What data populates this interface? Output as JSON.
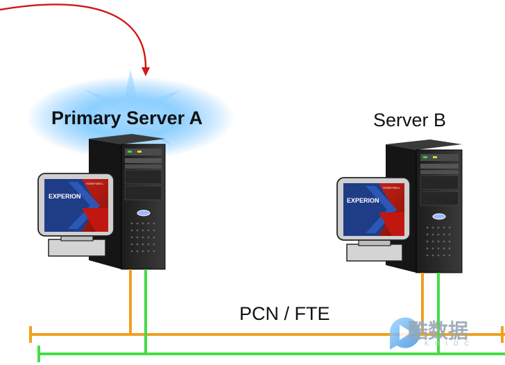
{
  "labels": {
    "primary_server": "Primary Server A",
    "server_b": "Server B",
    "network": "PCN / FTE"
  },
  "monitor_brand": "EXPERION",
  "monitor_badge": "HONEYWELL",
  "watermark": {
    "text": "酷数据",
    "sub": "KUIDC"
  },
  "colors": {
    "arrow": "#d01818",
    "network_orange": "#f0a020",
    "network_green": "#44dd44",
    "glow": "#3aa6ff"
  }
}
